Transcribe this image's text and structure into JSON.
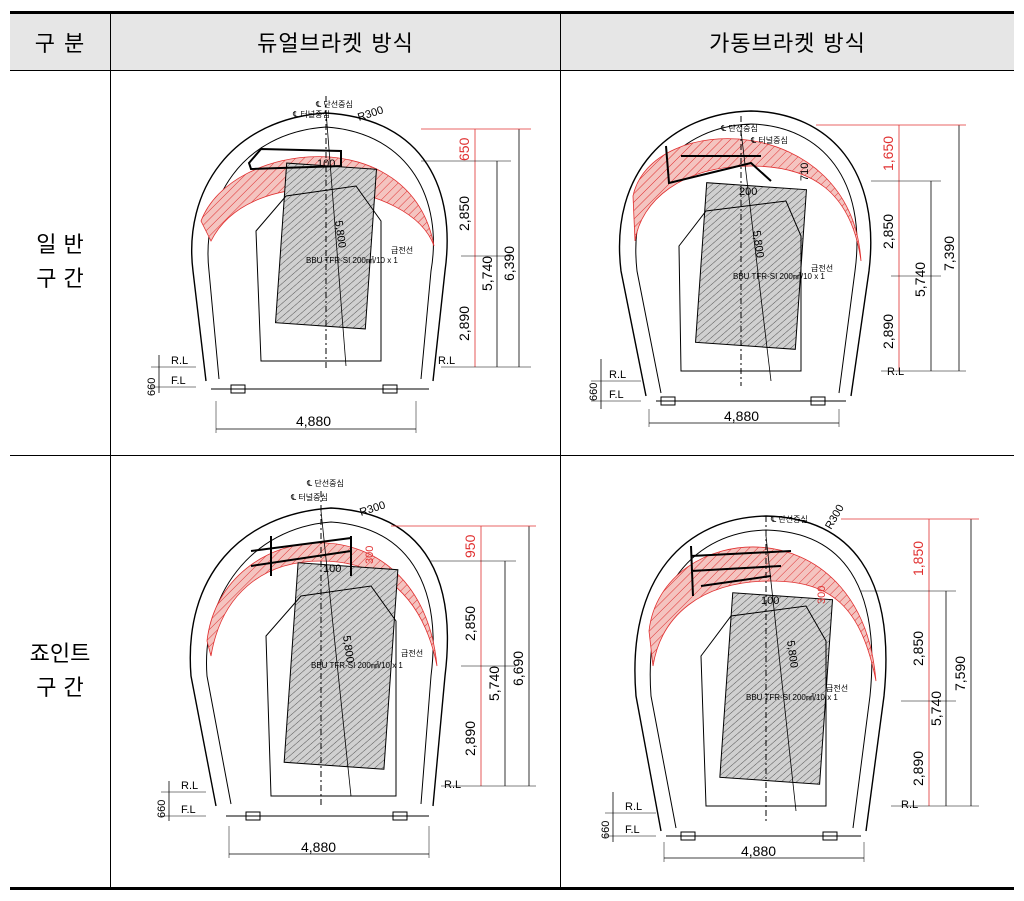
{
  "header": {
    "col0": "구 분",
    "col1": "듀얼브라켓 방식",
    "col2": "가동브라켓 방식"
  },
  "rows": [
    {
      "label_line1": "일 반",
      "label_line2": "구 간",
      "dual": {
        "center_label_1": "℄ 단선중심",
        "center_label_2": "℄ 터널중심",
        "radius": "R300",
        "dim_small": "100",
        "diag": "5,800",
        "top_red": "650",
        "d1": "2,850",
        "d2": "2,890",
        "mid": "5,740",
        "total": "6,390",
        "rl": "R.L",
        "fl": "F.L",
        "base": "660",
        "width": "4,880",
        "feeder": "급전선",
        "cable_note": "BBU TFR-SI 200㎟/10 x 1"
      },
      "movable": {
        "center_label_1": "℄ 단선중심",
        "center_label_2": "℄ 터널중심",
        "dim_small": "200",
        "side": "710",
        "diag": "5,800",
        "top_red": "1,650",
        "d1": "2,850",
        "d2": "2,890",
        "mid": "5,740",
        "total": "7,390",
        "rl": "R.L",
        "fl": "F.L",
        "base": "660",
        "width": "4,880",
        "feeder": "급전선",
        "cable_note": "BBU TFR-SI 200㎟/10 x 1"
      }
    },
    {
      "label_line1": "죠인트",
      "label_line2": "구 간",
      "dual": {
        "center_label_1": "℄ 단선중심",
        "center_label_2": "℄ 터널중심",
        "radius": "R300",
        "dim_small": "100",
        "side": "300",
        "diag": "5,800",
        "top_red": "950",
        "d1": "2,850",
        "d2": "2,890",
        "mid": "5,740",
        "total": "6,690",
        "rl": "R.L",
        "fl": "F.L",
        "base": "660",
        "width": "4,880",
        "feeder": "급전선",
        "cable_note": "BBU TFR-SI 200㎟/10 x 1"
      },
      "movable": {
        "center_label_1": "℄ 단선중심",
        "radius": "R300",
        "dim_small": "100",
        "side": "300",
        "diag": "5,800",
        "top_red": "1,850",
        "d1": "2,850",
        "d2": "2,890",
        "mid": "5,740",
        "total": "7,590",
        "rl": "R.L",
        "fl": "F.L",
        "base": "660",
        "width": "4,880",
        "feeder": "급전선",
        "cable_note": "BBU TFR-SI 200㎟/10 x 1"
      }
    }
  ],
  "colors": {
    "header_bg": "#e6e6e6",
    "red": "#e03030",
    "hatch_fill": "#f4c4c0",
    "line": "#000000"
  }
}
